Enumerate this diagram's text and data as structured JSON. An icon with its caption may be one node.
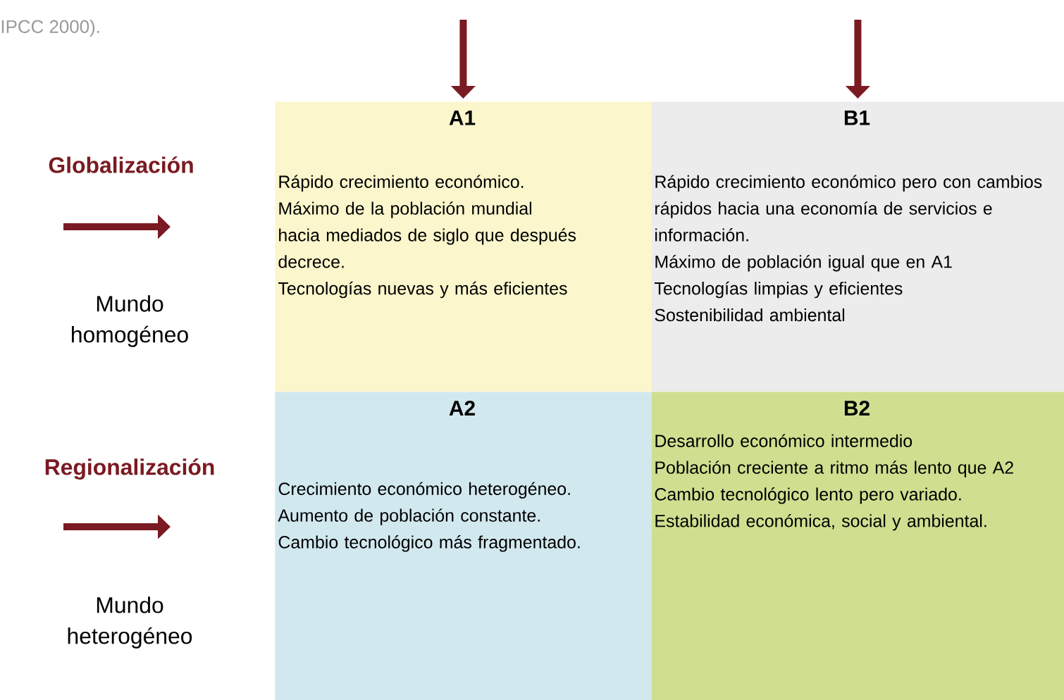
{
  "diagram": {
    "nodes": [
      {
        "text": [
          "A1",
          "Rápido crecimiento económico.",
          "Máximo de la población mundial hacia mediados de siglo que después decrece.",
          "Tecnologías nuevas y más eficientes"
        ]
      },
      {
        "text": [
          "B1",
          "Rápido crecimiento económico pero con cambios rápidos hacia una economía de servicios e información.",
          "Máximo de población igual que en A1",
          "Tecnologías limpias y eficientes",
          "Sostenibilidad ambiental"
        ]
      },
      {
        "text": [
          "A2",
          "Crecimiento económico heterogéneo.",
          "Aumento de población constante.",
          "Cambio tecnológico más fragmentado."
        ]
      },
      {
        "text": [
          "B2",
          "Desarrollo económico intermedio",
          "Población creciente a ritmo más lento que A2",
          "Cambio tecnológico lento pero variado.",
          "Estabilidad económica, social y ambiental."
        ]
      }
    ],
    "edges": [
      {
        "from": null,
        "to": 0,
        "arrow": "to"
      },
      {
        "from": null,
        "to": 1,
        "arrow": "to"
      }
    ],
    "labels": [
      "IPCC 2000).",
      "Globalización",
      "Mundo homogéneo",
      "Regionalización",
      "Mundo heterogéneo"
    ]
  }
}
